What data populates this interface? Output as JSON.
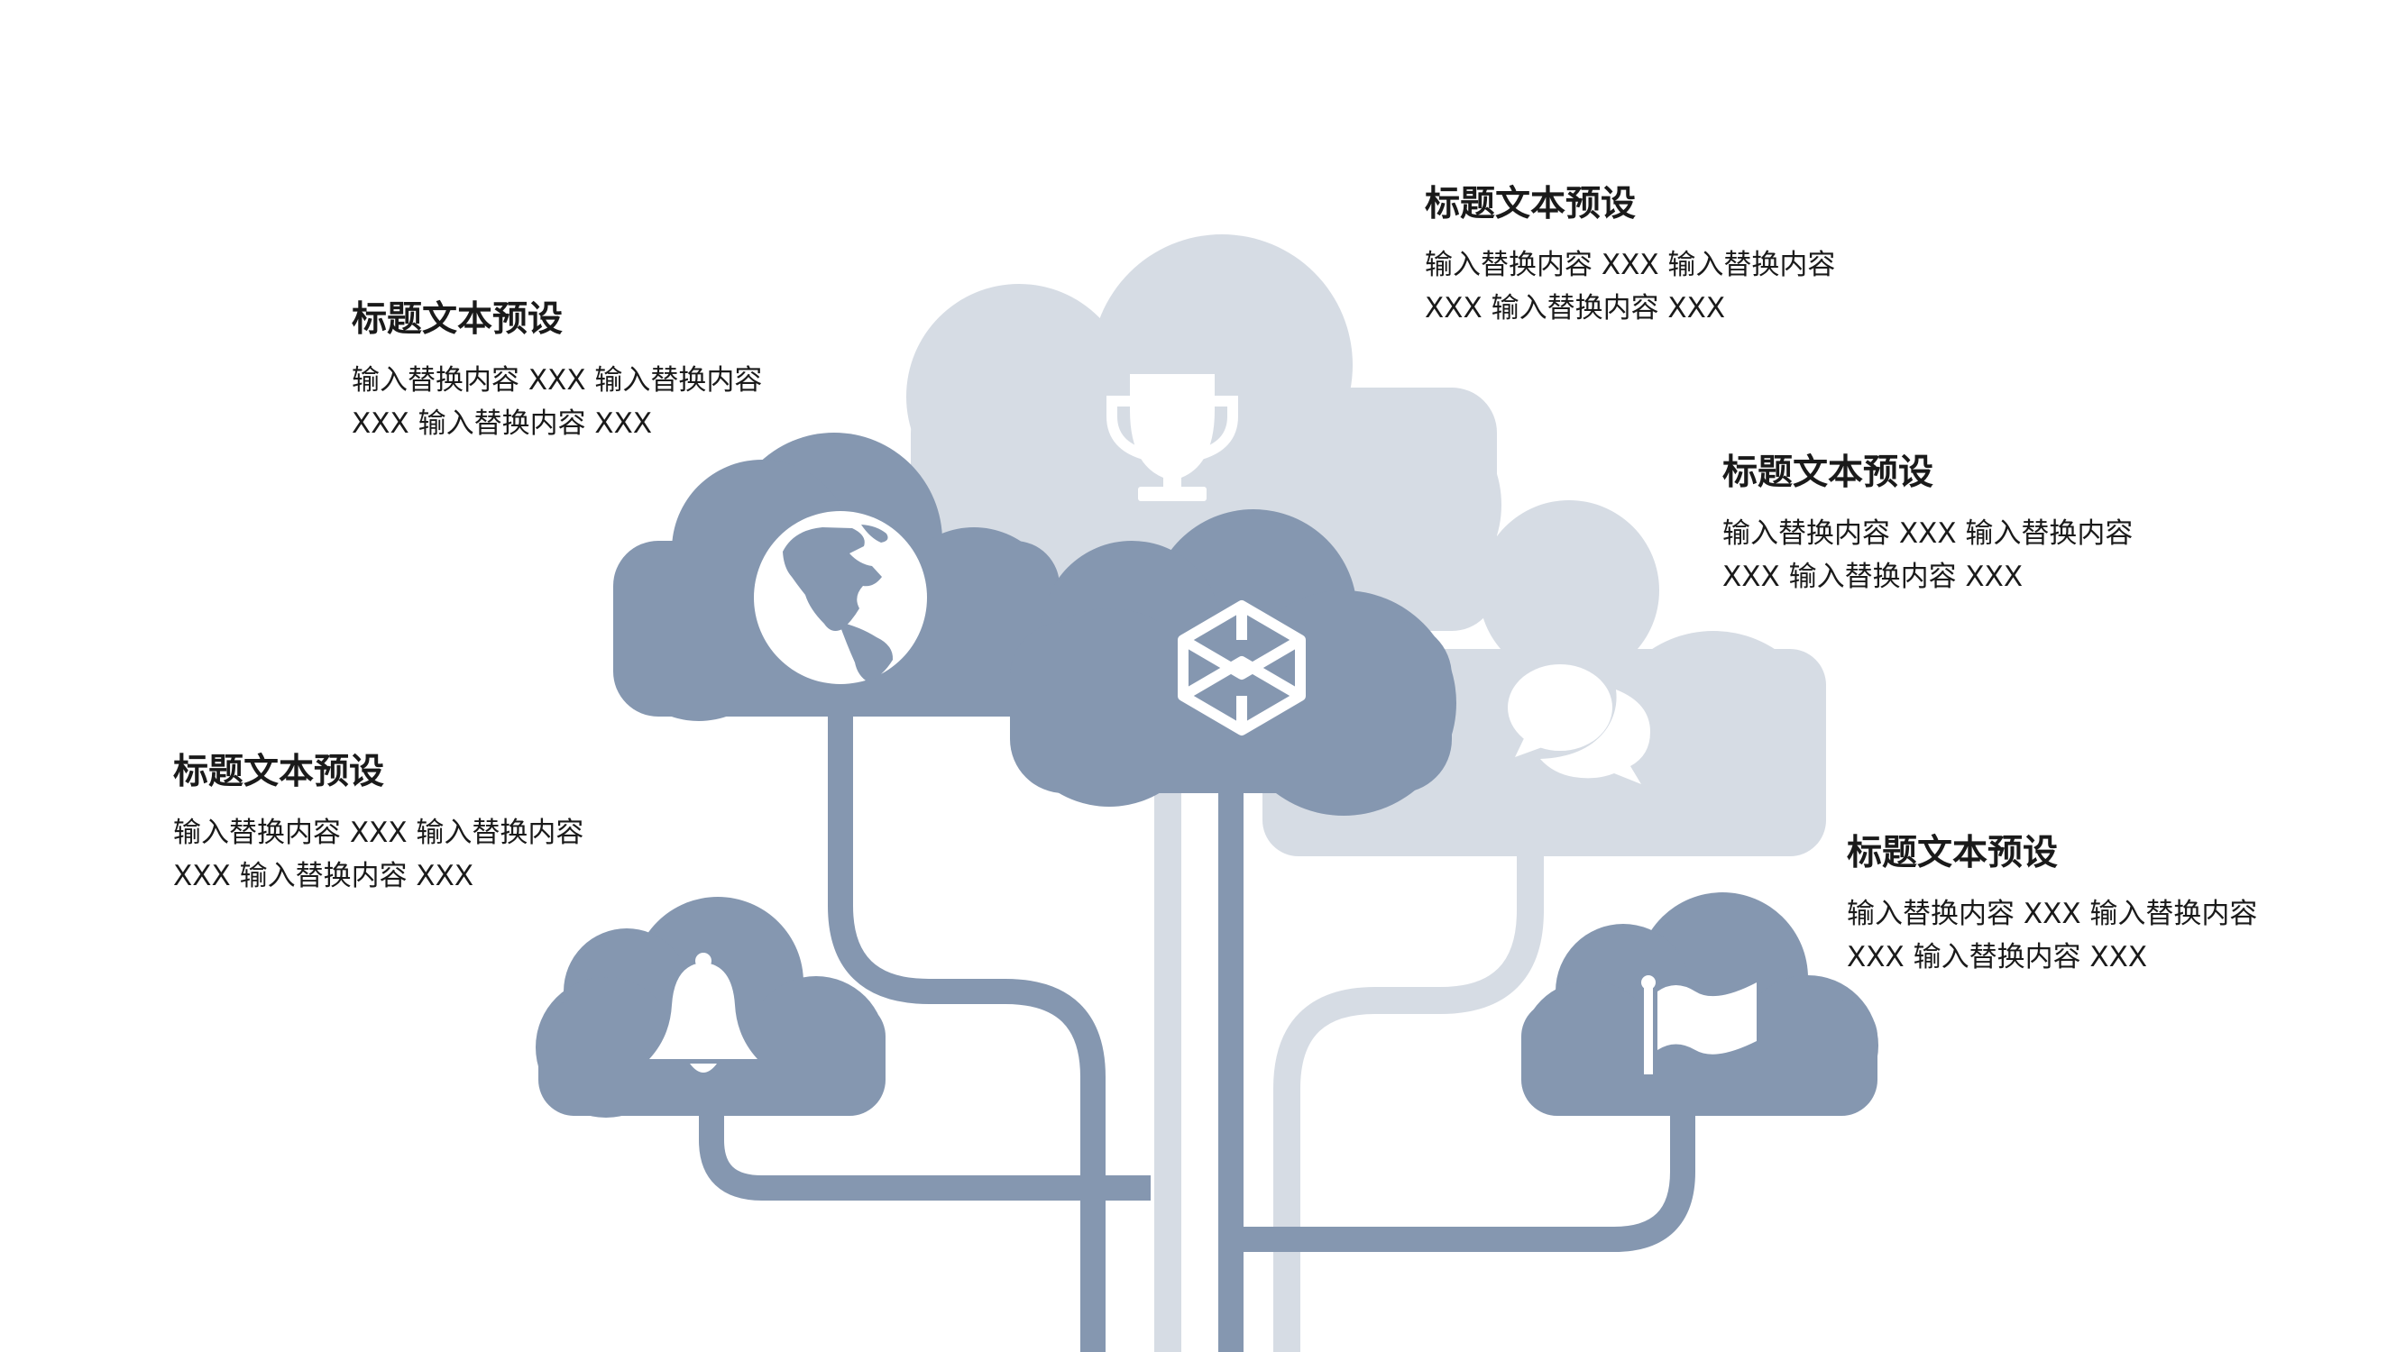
{
  "colors": {
    "dark_cloud": "#8597b0",
    "light_cloud": "#d6dce4",
    "icon_fill": "#ffffff",
    "text": "#1a1a1a"
  },
  "nodes": [
    {
      "icon": "globe-icon",
      "title": "标题文本预设",
      "desc_line1": "输入替换内容 XXX 输入替换内容",
      "desc_line2": "XXX 输入替换内容 XXX"
    },
    {
      "icon": "trophy-icon",
      "title": "标题文本预设",
      "desc_line1": "输入替换内容 XXX 输入替换内容",
      "desc_line2": "XXX 输入替换内容 XXX"
    },
    {
      "icon": "chat-bubbles-icon",
      "title": "标题文本预设",
      "desc_line1": "输入替换内容 XXX 输入替换内容",
      "desc_line2": "XXX 输入替换内容 XXX"
    },
    {
      "icon": "bell-icon",
      "title": "标题文本预设",
      "desc_line1": "输入替换内容 XXX 输入替换内容",
      "desc_line2": "XXX 输入替换内容 XXX"
    },
    {
      "icon": "flag-icon",
      "title": "标题文本预设",
      "desc_line1": "输入替换内容 XXX 输入替换内容",
      "desc_line2": "XXX 输入替换内容 XXX"
    }
  ],
  "center_icon": "cube-icon"
}
